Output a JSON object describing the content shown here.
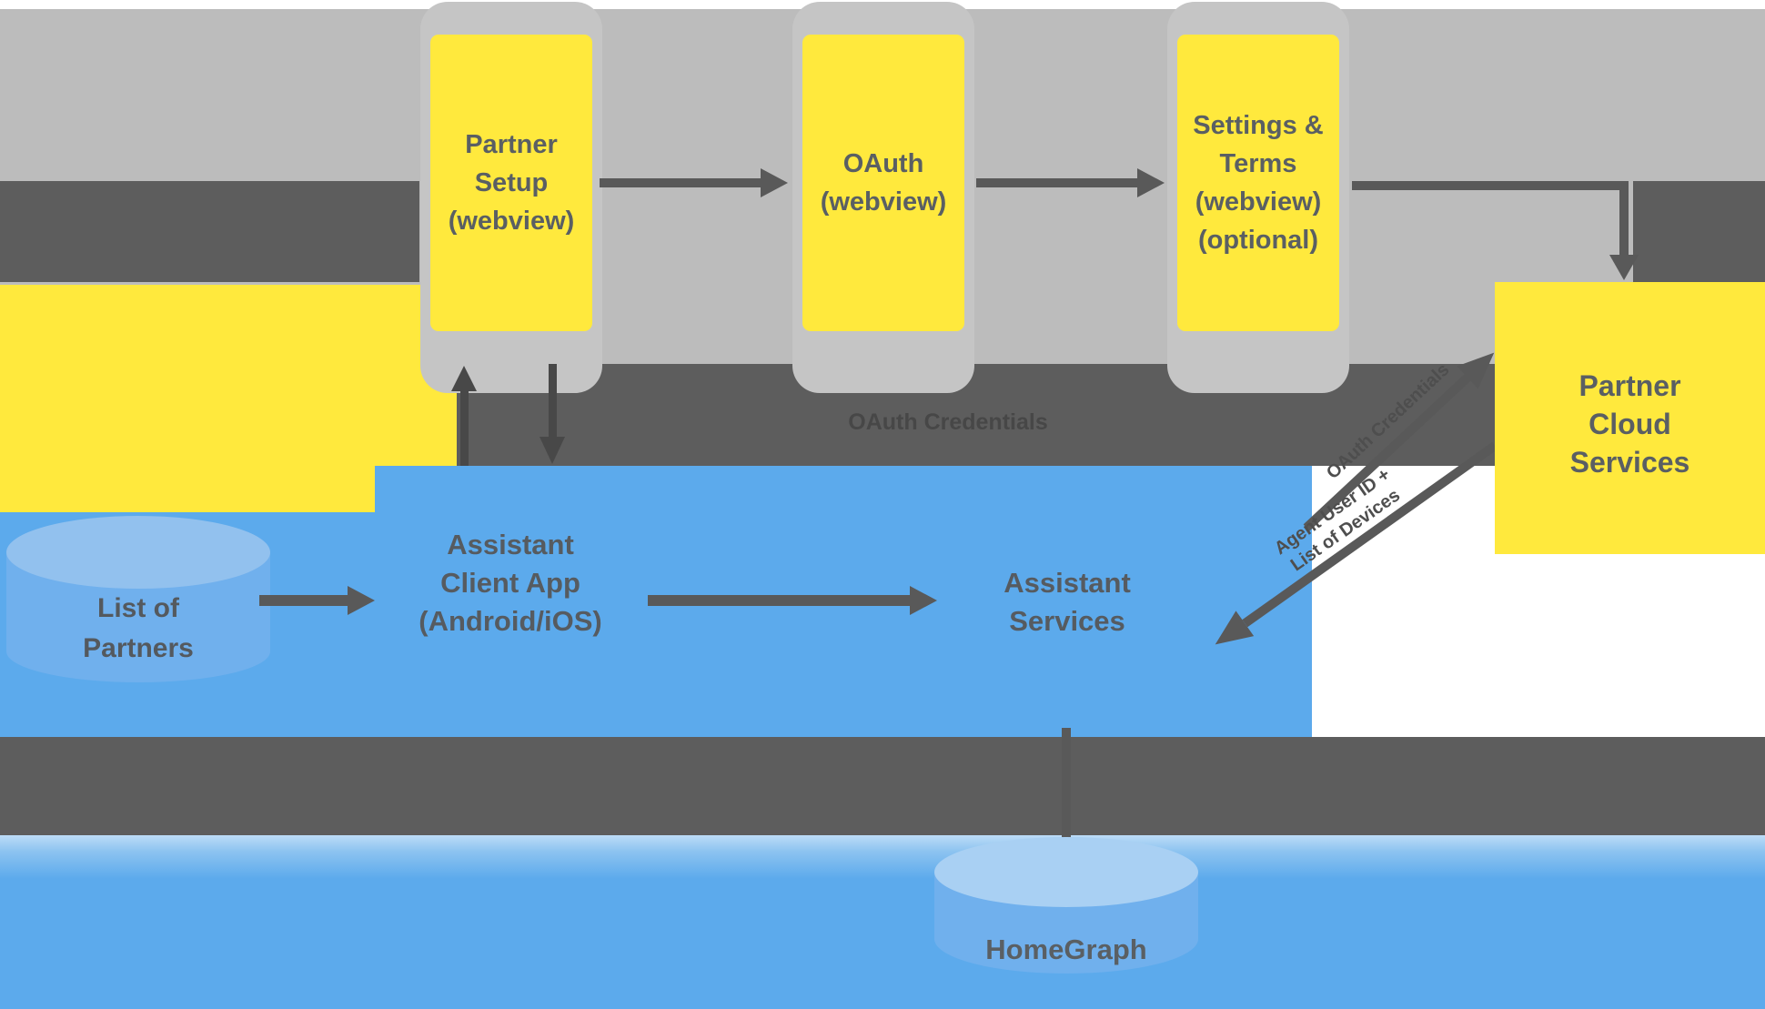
{
  "colors": {
    "partner_yellow": "#ffe93d",
    "assistant_blue": "#5caaec",
    "tray_gray": "#bcbcbc",
    "connector_gray": "#5d5d5d",
    "label_text": "#5a5f63"
  },
  "phones": [
    {
      "name": "partner-setup",
      "lines": [
        "Partner",
        "Setup",
        "(webview)"
      ]
    },
    {
      "name": "oauth",
      "lines": [
        "OAuth",
        "(webview)"
      ]
    },
    {
      "name": "settings-terms",
      "lines": [
        "Settings &",
        "Terms",
        "(webview)",
        "(optional)"
      ]
    }
  ],
  "assistant": {
    "client_app_lines": [
      "Assistant",
      "Client App",
      "(Android/iOS)"
    ],
    "services_lines": [
      "Assistant",
      "Services"
    ]
  },
  "databases": {
    "partners_lines": [
      "List of",
      "Partners"
    ],
    "homegraph": "HomeGraph"
  },
  "partner_cloud_lines": [
    "Partner",
    "Cloud",
    "Services"
  ],
  "arrow_labels": {
    "oauth_credentials": "OAuth Credentials",
    "diag_up": "OAuth Credentials",
    "diag_down_line1": "Agent User ID +",
    "diag_down_line2": "List of Devices"
  }
}
